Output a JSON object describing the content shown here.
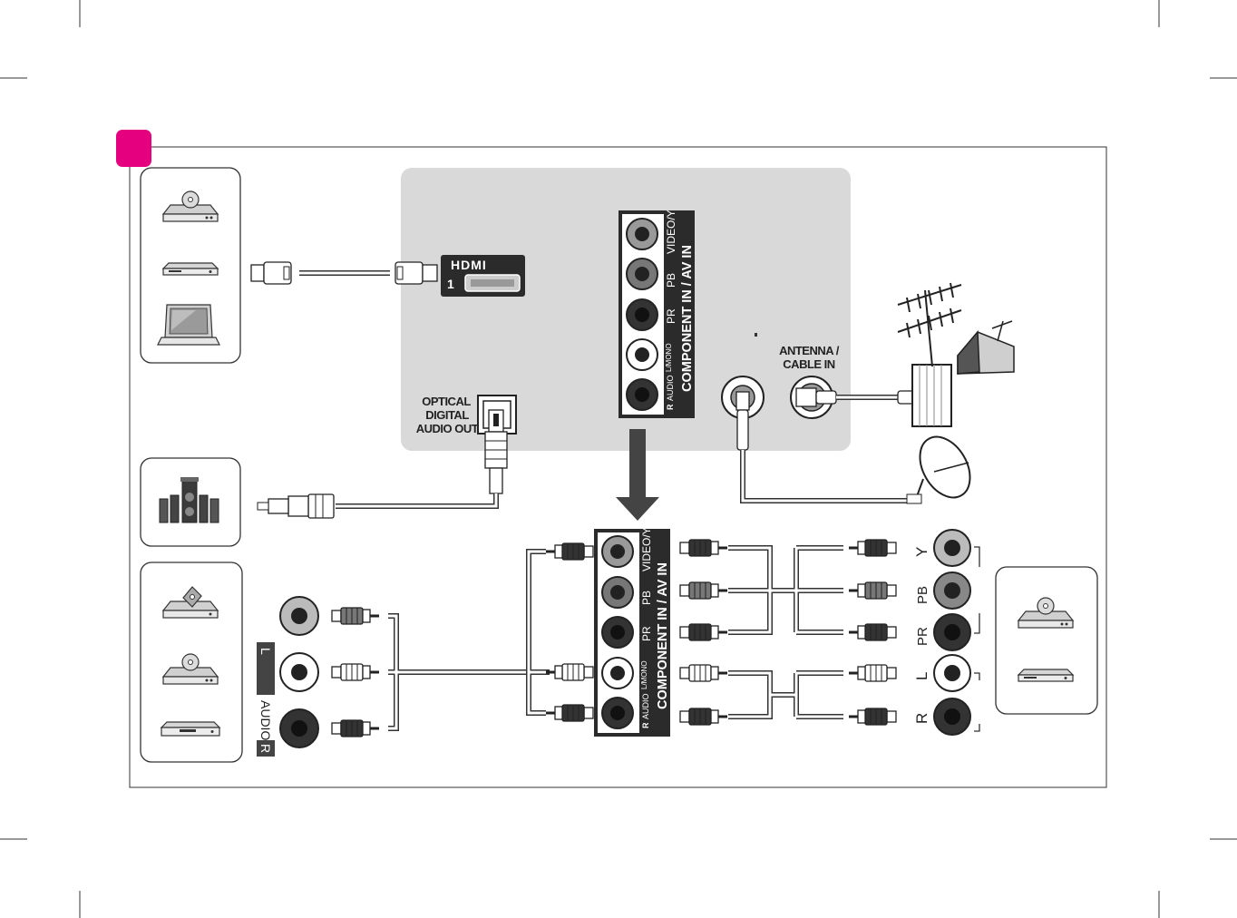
{
  "colors": {
    "accent_badge": "#e4007f",
    "panel_fill": "#d9d9d9",
    "device_box_stroke": "#333333",
    "cable": "#333333",
    "dark_plug": "#2b2b2b",
    "mid_plug": "#777777",
    "light_plug": "#ffffff"
  },
  "tv_panel": {
    "hdmi_logo": "HDMI",
    "hdmi_port_number": "1",
    "optical_label_lines": [
      "OPTICAL",
      "DIGITAL",
      "AUDIO OUT"
    ],
    "antenna_label_lines": [
      "ANTENNA /",
      "CABLE IN"
    ],
    "component_strip": {
      "title": "COMPONENT IN / AV IN",
      "labels": [
        "VIDEO/Y",
        "PB",
        "PR",
        "L/MONO",
        "AUDIO"
      ],
      "audio_prefix": "R"
    }
  },
  "adapter": {
    "title": "COMPONENT IN / AV IN",
    "labels": [
      "VIDEO/Y",
      "PB",
      "PR",
      "L/MONO",
      "AUDIO"
    ],
    "audio_prefix": "R"
  },
  "av_jacks": {
    "letter_L": "L",
    "audio_label": "AUDIO-",
    "letter_R": "R"
  },
  "component_jacks": {
    "labels": [
      "Y",
      "PB",
      "PR",
      "L",
      "R"
    ]
  },
  "devices": {
    "hdmi_group": [
      "dvd-player-icon",
      "set-top-box-icon",
      "laptop-icon"
    ],
    "audio_group": [
      "speaker-system-icon"
    ],
    "av_group": [
      "game-console-icon",
      "dvd-player-icon",
      "vcr-icon"
    ],
    "component_group": [
      "dvd-player-icon",
      "set-top-box-icon"
    ]
  }
}
